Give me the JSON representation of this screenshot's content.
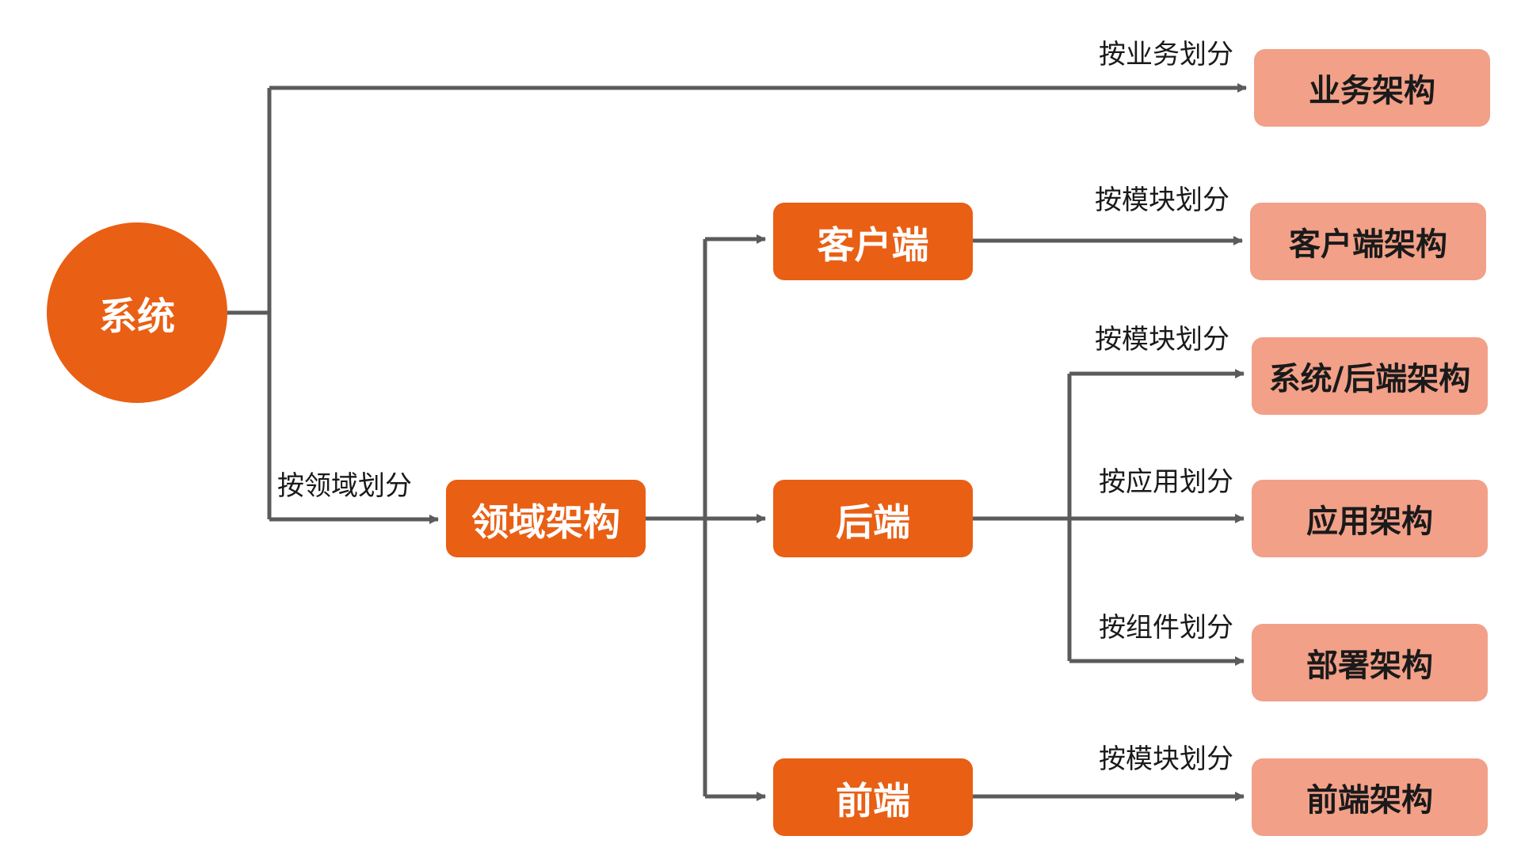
{
  "colors": {
    "primary": "#E95F14",
    "secondary": "#F2A088",
    "line": "#5b5b5b"
  },
  "nodes": {
    "system": "系统",
    "domain_arch": "领域架构",
    "client": "客户端",
    "backend": "后端",
    "frontend": "前端",
    "business_arch": "业务架构",
    "client_arch": "客户端架构",
    "system_backend_arch": "系统/后端架构",
    "application_arch": "应用架构",
    "deployment_arch": "部署架构",
    "frontend_arch": "前端架构"
  },
  "edge_labels": {
    "by_business": "按业务划分",
    "by_domain": "按领域划分",
    "client_by_module": "按模块划分",
    "backend_by_module": "按模块划分",
    "by_application": "按应用划分",
    "by_component": "按组件划分",
    "frontend_by_module": "按模块划分"
  }
}
